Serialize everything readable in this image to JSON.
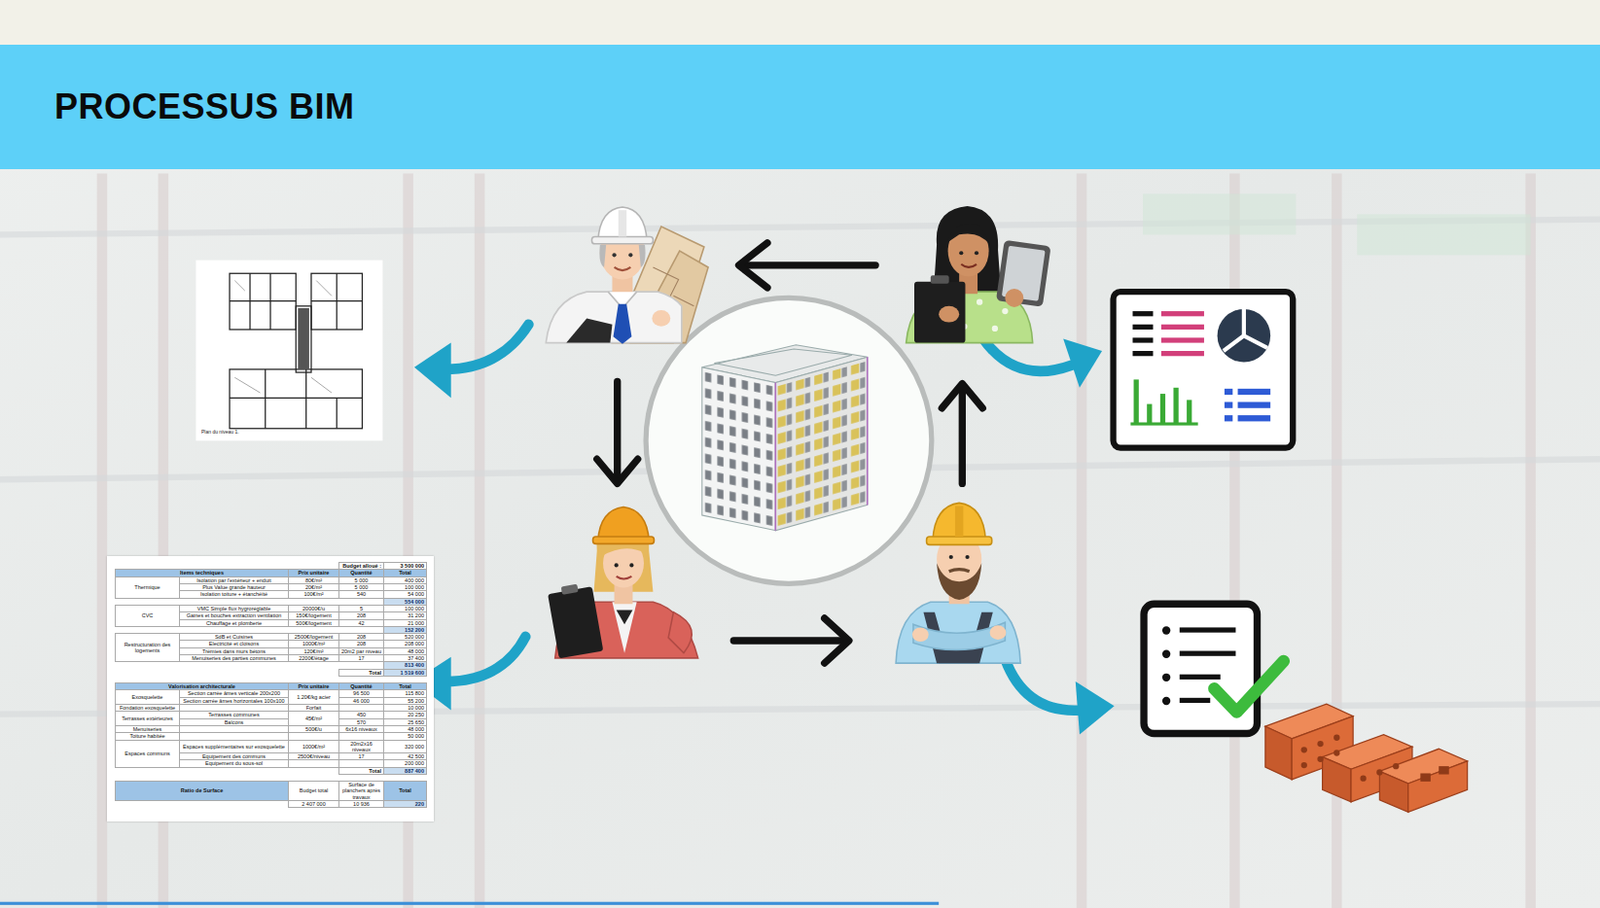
{
  "diagram": {
    "title": "PROCESSUS BIM",
    "labels": [
      "Plan du niveau 1.",
      "Budget alloué :",
      "3 500 000",
      "Items techniques",
      "Prix unitaire",
      "Quantité",
      "Total",
      "Thermique",
      "Isolation par l'extérieur + enduit",
      "80€/m²",
      "5 000",
      "400 000",
      "Plus Value grande hauteur",
      "20€/m²",
      "5 000",
      "100 000",
      "Isolation toiture + étanchéité",
      "100€/m²",
      "540",
      "54 000",
      "554 000",
      "CVC",
      "VMC Simple flux hygroréglable",
      "20000€/u",
      "5",
      "100 000",
      "Gaines et bouches extraction ventilation",
      "150€/logement",
      "208",
      "31 200",
      "Chauffage et plomberie",
      "500€/logement",
      "42",
      "21 000",
      "152 200",
      "Restructuration des logements",
      "SdB et Cuisines",
      "2500€/logement",
      "208",
      "520 000",
      "Electricité et cloisons",
      "1000€/m²",
      "208",
      "208 000",
      "Trémies dans murs bétons",
      "120€/m²",
      "20m2 par niveau",
      "48 000",
      "Menuiseries des parties communes",
      "2200€/étage",
      "17",
      "37 400",
      "813 400",
      "Total",
      "1 519 600",
      "Valorisation architecturale",
      "Prix unitaire",
      "Quantité",
      "Total",
      "Exosquelette",
      "Section carrée âmes verticale 200x200",
      "1.20€/kg acier",
      "96 500",
      "115 800",
      "Section carrée âmes horizontales 100x100",
      "46 000",
      "55 200",
      "Fondation exosquelette",
      "Forfait",
      "10 000",
      "Terrasses extérieures",
      "Terrasses communes",
      "45€/m²",
      "450",
      "20 250",
      "Balcons",
      "570",
      "25 650",
      "Menuiseries",
      "500€/u",
      "6x16 niveaux",
      "48 000",
      "Toiture habitée",
      "50 000",
      "Espaces communs",
      "Espaces supplémentaires sur exosquelette",
      "1000€/m²",
      "20m2x16 niveaux",
      "320 000",
      "Equipement des communs",
      "2500€/niveau",
      "17",
      "42 500",
      "Equipement du sous-sol",
      "200 000",
      "Total",
      "887 400",
      "Ratio de Surface",
      "Budget total",
      "Surface de planchers après travaux",
      "Total",
      "2 407 000",
      "10 936",
      "220"
    ]
  }
}
